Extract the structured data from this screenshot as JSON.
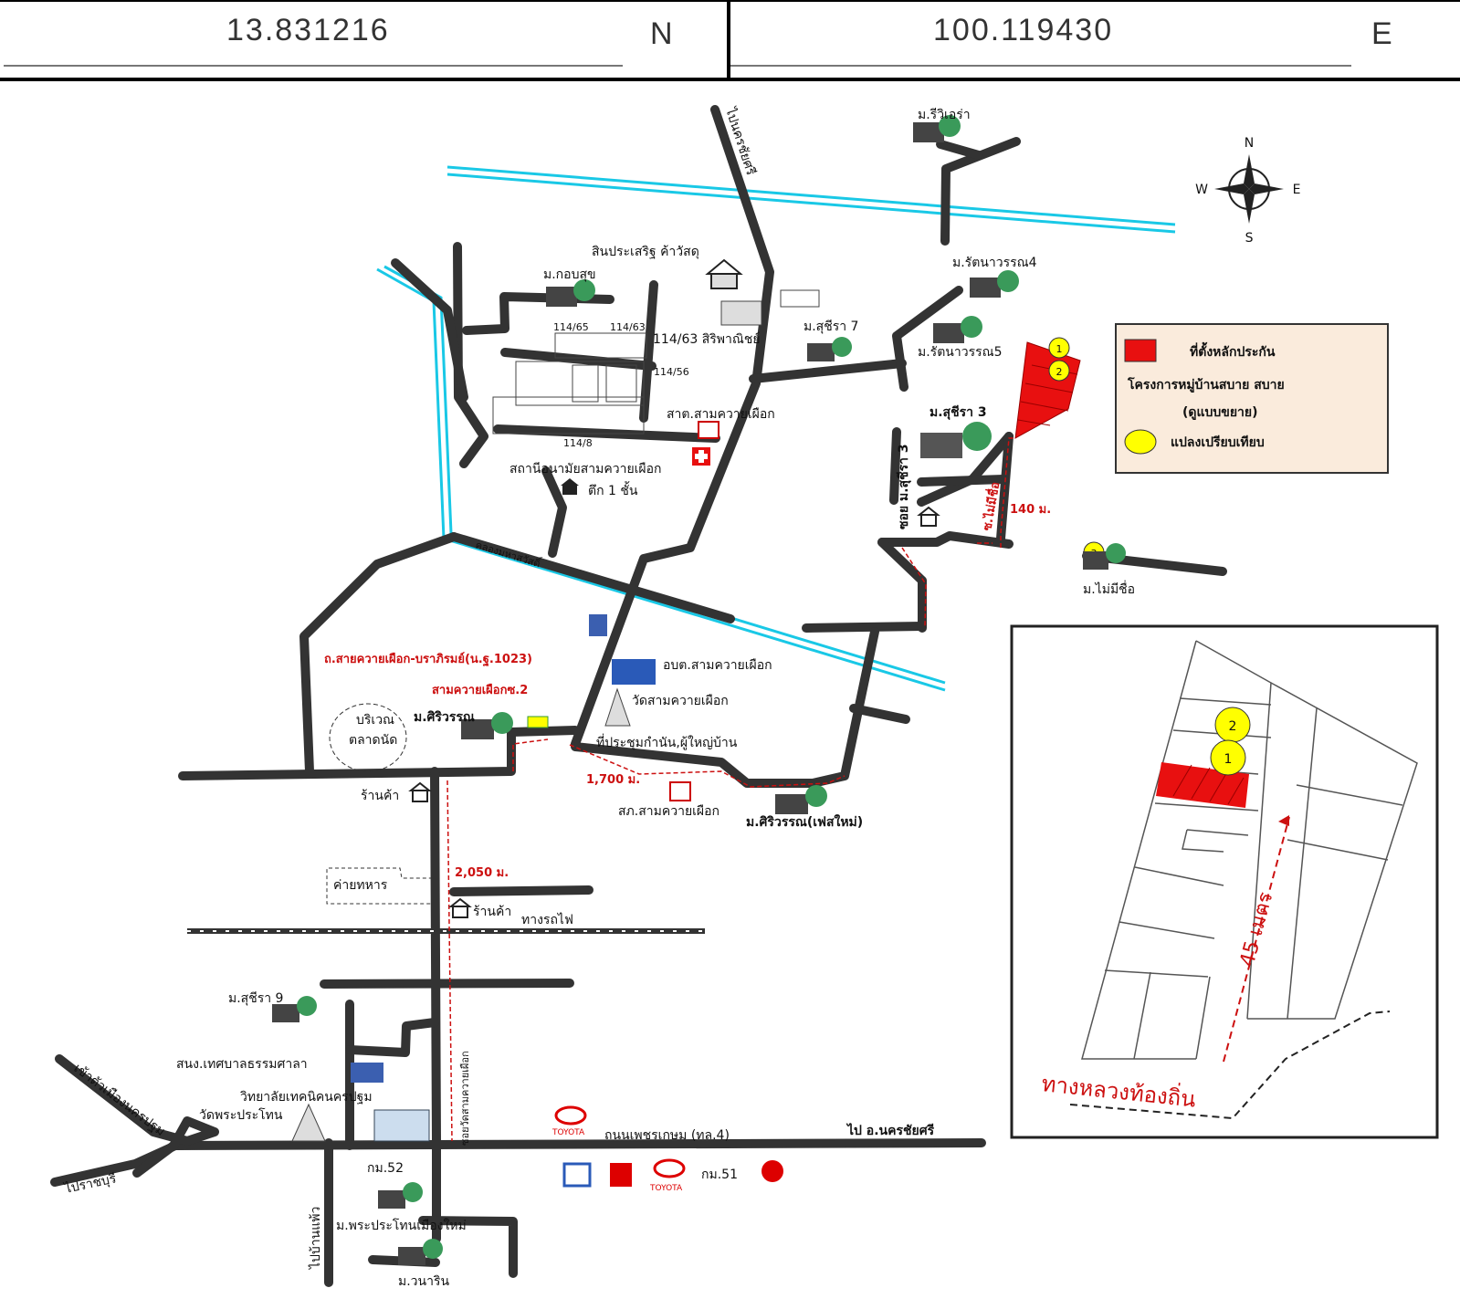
{
  "header": {
    "latitude": "13.831216",
    "lat_dir": "N",
    "longitude": "100.119430",
    "lon_dir": "E"
  },
  "compass": {
    "n": "N",
    "s": "S",
    "e": "E",
    "w": "W"
  },
  "legend": {
    "collateral": "ที่ตั้งหลักประกัน",
    "project": "โครงการหมู่บ้านสบาย สบาย",
    "project_note": "(ดูแบบขยาย)",
    "comparables": "แปลงเปรียบเทียบ"
  },
  "labels": {
    "v_rivera": "ม.รีวิเอร่า",
    "to_nakhon_chaisi": "ไปนครชัยศรี",
    "sin_prasert": "สินประเสริฐ ค้าวัสดุ",
    "m_kobsuk": "ม.กอบสุข",
    "n11465": "114/65",
    "n11463": "114/63",
    "n11463b": "114/63 สิริพาณิชย์",
    "n11456": "114/56",
    "n1148": "114/8",
    "sut_sam": "สาต.สามควายเผือก",
    "health": "สถานีอนามัยสามควายเผือก",
    "teuk1": "ตึก 1 ชั้น",
    "m_rattana4": "ม.รัตนาวรรณ4",
    "m_suchira7": "ม.สุชีรา 7",
    "m_rattana5": "ม.รัตนาวรรณ5",
    "m_suchira3": "ม.สุชีรา 3",
    "soi_suchira3": "ซอย ม.สุชีรา 3",
    "soi_no_name": "ซ.ไม่มีชื่อ",
    "dist_140": "140 ม.",
    "m_no_name": "ม.ไม่มีชื่อ",
    "canal": "คลองมหาสวัสดิ์",
    "road_main": "ถ.สายควายเผือก-บราภิรมย์(น.ฐ.1023)",
    "sam_khwai_2": "สามควายเผือกซ.2",
    "obt": "อบต.สามควายเผือก",
    "wat": "วัดสามควายเผือก",
    "borivan": "บริเวณ",
    "market": "ตลาดนัด",
    "m_siriwan": "ม.ศิริวรรณ",
    "meeting": "ที่ประชุมกำนัน,ผู้ใหญ่บ้าน",
    "dist_1700": "1,700 ม.",
    "police": "สภ.สามควายเผือก",
    "m_siriwan_new": "ม.ศิริวรรณ(เฟสใหม่)",
    "shop1": "ร้านค้า",
    "camp": "ค่ายทหาร",
    "dist_2050": "2,050 ม.",
    "shop2": "ร้านค้า",
    "railway": "ทางรถไฟ",
    "m_suchira9": "ม.สุชีรา 9",
    "school": "สนง.เทศบาลธรรมศาลา",
    "college": "วิทยาลัยเทคนิคนครปฐม",
    "wat_phra": "วัดพระประโทน",
    "soi_wat": "ซอยวัดสามควายเผือก",
    "petchkasem": "ถนนเพชรเกษม (ทล.4)",
    "to_nakhon_chaisi2": "ไป อ.นครชัยศรี",
    "km52": "กม.52",
    "km51": "กม.51",
    "to_ratchaburi": "ไปราชบุรี",
    "into_city": "เข้าตัวเมืองนครปฐม",
    "to_ban_phaeo": "ไปบ้านแพ้ว",
    "m_phra_new": "ม.พระประโทนเมืองใหม่",
    "m_wanarin": "ม.วนาริน",
    "toyota": "TOYOTA"
  },
  "inset": {
    "pin1": "1",
    "pin2": "2",
    "distance": "45 เมตร",
    "road": "ทางหลวงท้องถิ่น"
  },
  "pins": {
    "p1": "1",
    "p2": "2",
    "p3": "3"
  },
  "colors": {
    "road": "#333333",
    "canal": "#19c8e6",
    "collateral": "#e81010",
    "comparable": "#ffff00",
    "route": "#cc1010"
  }
}
